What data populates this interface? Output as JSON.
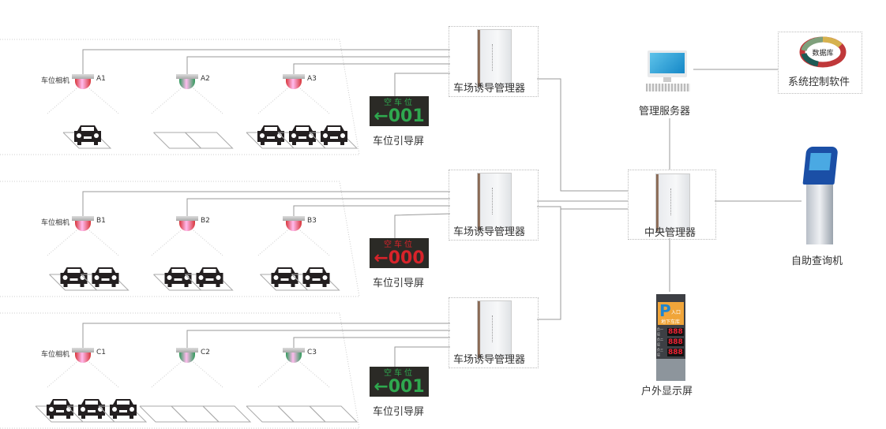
{
  "camera_label": "车位相机",
  "zones": [
    {
      "cameras": [
        {
          "id": "A1",
          "status": "red",
          "cars": 1,
          "spaces": 1
        },
        {
          "id": "A2",
          "status": "green",
          "cars": 0,
          "spaces": 2
        },
        {
          "id": "A3",
          "status": "red",
          "cars": 3,
          "spaces": 3
        }
      ],
      "screen": {
        "title": "空车位",
        "value": "←001",
        "color": "#2fa84f"
      },
      "screen_label": "车位引导屏",
      "manager_label": "车场诱导管理器"
    },
    {
      "cameras": [
        {
          "id": "B1",
          "status": "red",
          "cars": 2,
          "spaces": 2
        },
        {
          "id": "B2",
          "status": "red",
          "cars": 2,
          "spaces": 2
        },
        {
          "id": "B3",
          "status": "red",
          "cars": 2,
          "spaces": 2
        }
      ],
      "screen": {
        "title": "空车位",
        "value": "←000",
        "color": "#d8232a"
      },
      "screen_label": "车位引导屏",
      "manager_label": "车场诱导管理器"
    },
    {
      "cameras": [
        {
          "id": "C1",
          "status": "red",
          "cars": 3,
          "spaces": 3
        },
        {
          "id": "C2",
          "status": "green",
          "cars": 0,
          "spaces": 3
        },
        {
          "id": "C3",
          "status": "green",
          "cars": 0,
          "spaces": 3
        }
      ],
      "screen": {
        "title": "空车位",
        "value": "←001",
        "color": "#2fa84f"
      },
      "screen_label": "车位引导屏",
      "manager_label": "车场诱导管理器"
    }
  ],
  "central": {
    "label": "中央管理器"
  },
  "server": {
    "label": "管理服务器"
  },
  "software": {
    "label": "系统控制软件",
    "ring_text": "数据库"
  },
  "kiosk": {
    "label": "自助查询机"
  },
  "outdoor": {
    "label": "户外显示屏",
    "entrance": "入口",
    "garage": "地下车库",
    "parking_letter": "P",
    "floors": [
      {
        "name": "负一层",
        "value": "888"
      },
      {
        "name": "负二层",
        "value": "888"
      },
      {
        "name": "负三层",
        "value": "888"
      }
    ]
  },
  "colors": {
    "red": "#d8353a",
    "green": "#2f9a5a",
    "line": "#999"
  }
}
